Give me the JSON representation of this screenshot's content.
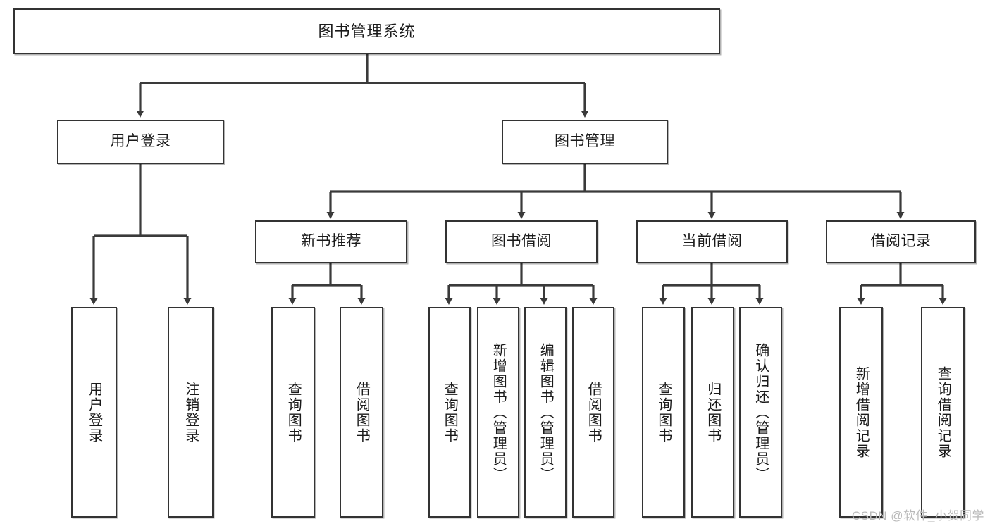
{
  "diagram": {
    "title": "图书管理系统",
    "type": "hierarchy-tree",
    "watermark": "CSDN @软件_小贺同学",
    "colors": {
      "box_border": "#333333",
      "box_fill": "#ffffff",
      "connector": "#3a3a3a",
      "text": "#1a1a1a",
      "watermark": "#b9b9b9"
    },
    "nodes": {
      "root": {
        "label": "图书管理系统",
        "level": 1,
        "orientation": "horizontal"
      },
      "user_login": {
        "label": "用户登录",
        "level": 2,
        "orientation": "horizontal"
      },
      "book_manage": {
        "label": "图书管理",
        "level": 2,
        "orientation": "horizontal"
      },
      "new_book_rec": {
        "label": "新书推荐",
        "level": 3,
        "orientation": "horizontal"
      },
      "book_borrow": {
        "label": "图书借阅",
        "level": 3,
        "orientation": "horizontal"
      },
      "current_borrow": {
        "label": "当前借阅",
        "level": 3,
        "orientation": "horizontal"
      },
      "borrow_record": {
        "label": "借阅记录",
        "level": 3,
        "orientation": "horizontal"
      },
      "leaf_user_login": {
        "label": "用户登录",
        "level": 3,
        "orientation": "vertical"
      },
      "leaf_logout": {
        "label": "注销登录",
        "level": 3,
        "orientation": "vertical"
      },
      "leaf_query_book_1": {
        "label": "查询图书",
        "level": 4,
        "orientation": "vertical"
      },
      "leaf_borrow_book_1": {
        "label": "借阅图书",
        "level": 4,
        "orientation": "vertical"
      },
      "leaf_query_book_2": {
        "label": "查询图书",
        "level": 4,
        "orientation": "vertical"
      },
      "leaf_add_book": {
        "label": "新增图书（管理员）",
        "level": 4,
        "orientation": "vertical"
      },
      "leaf_edit_book": {
        "label": "编辑图书（管理员）",
        "level": 4,
        "orientation": "vertical"
      },
      "leaf_borrow_book_2": {
        "label": "借阅图书",
        "level": 4,
        "orientation": "vertical"
      },
      "leaf_query_book_3": {
        "label": "查询图书",
        "level": 4,
        "orientation": "vertical"
      },
      "leaf_return_book": {
        "label": "归还图书",
        "level": 4,
        "orientation": "vertical"
      },
      "leaf_confirm_return": {
        "label": "确认归还（管理员）",
        "level": 4,
        "orientation": "vertical"
      },
      "leaf_add_record": {
        "label": "新增借阅记录",
        "level": 4,
        "orientation": "vertical"
      },
      "leaf_query_record": {
        "label": "查询借阅记录",
        "level": 4,
        "orientation": "vertical"
      }
    },
    "edges": [
      {
        "from": "root",
        "to": "user_login"
      },
      {
        "from": "root",
        "to": "book_manage"
      },
      {
        "from": "user_login",
        "to": "leaf_user_login"
      },
      {
        "from": "user_login",
        "to": "leaf_logout"
      },
      {
        "from": "book_manage",
        "to": "new_book_rec"
      },
      {
        "from": "book_manage",
        "to": "book_borrow"
      },
      {
        "from": "book_manage",
        "to": "current_borrow"
      },
      {
        "from": "book_manage",
        "to": "borrow_record"
      },
      {
        "from": "new_book_rec",
        "to": "leaf_query_book_1"
      },
      {
        "from": "new_book_rec",
        "to": "leaf_borrow_book_1"
      },
      {
        "from": "book_borrow",
        "to": "leaf_query_book_2"
      },
      {
        "from": "book_borrow",
        "to": "leaf_add_book"
      },
      {
        "from": "book_borrow",
        "to": "leaf_edit_book"
      },
      {
        "from": "book_borrow",
        "to": "leaf_borrow_book_2"
      },
      {
        "from": "current_borrow",
        "to": "leaf_query_book_3"
      },
      {
        "from": "current_borrow",
        "to": "leaf_return_book"
      },
      {
        "from": "current_borrow",
        "to": "leaf_confirm_return"
      },
      {
        "from": "borrow_record",
        "to": "leaf_add_record"
      },
      {
        "from": "borrow_record",
        "to": "leaf_query_record"
      }
    ]
  }
}
